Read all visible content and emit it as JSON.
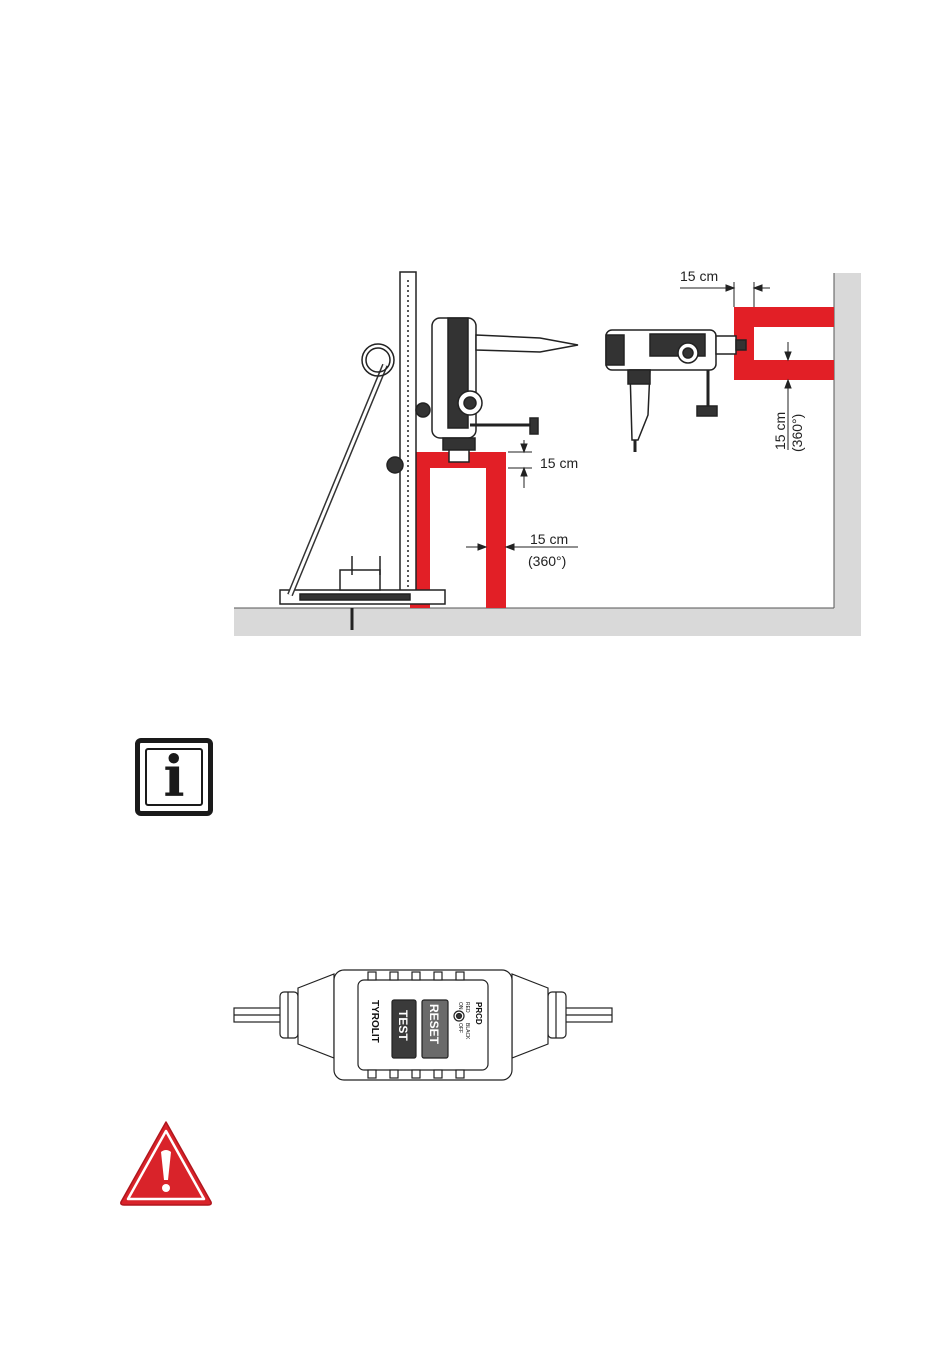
{
  "figure_clearance": {
    "top_dim": "15 cm",
    "wall_dim": "15 cm",
    "wall_dim_sub": "(360°)",
    "bench_top_dim": "15 cm",
    "bench_side_dim": "15 cm",
    "bench_side_sub": "(360°)"
  },
  "info_icon": {
    "glyph": "i"
  },
  "prcd": {
    "brand": "TYROLIT",
    "test_label": "TEST",
    "reset_label": "RESET",
    "title": "PRCD",
    "indicator_red": "RED",
    "indicator_on": "ON",
    "indicator_black": "BLACK",
    "indicator_off": "OFF"
  },
  "colors": {
    "accent_red": "#e21f26",
    "floor_gray": "#d9d9d9",
    "warning_red": "#d9232a"
  }
}
